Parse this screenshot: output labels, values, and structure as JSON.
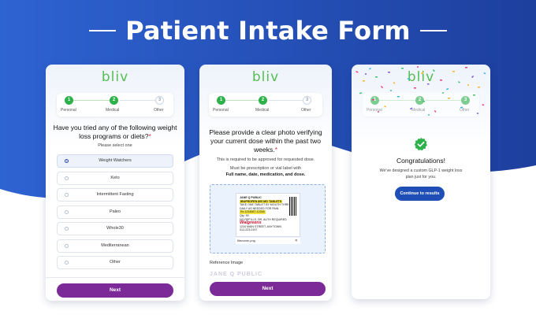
{
  "banner": {
    "title": "Patient Intake Form"
  },
  "brand": {
    "logo_text": "bliv",
    "accent": "#55bd54",
    "button_purple": "#7b2a97",
    "button_blue": "#1f4fb6"
  },
  "steps": {
    "step1": "Personal",
    "step2": "Medical",
    "step3": "Other",
    "num1": "1",
    "num2": "2",
    "num3": "3"
  },
  "card1": {
    "question": "Have you tried any of the following weight loss programs or diets?",
    "required_mark": "*",
    "hint": "Please select one",
    "options": [
      "Weight Watchers",
      "Keto",
      "Intermittent Fasting",
      "Paleo",
      "Whole30",
      "Mediterranean",
      "Other"
    ],
    "selected_index": 0,
    "next_label": "Next"
  },
  "card2": {
    "question": "Please provide a clear photo verifying your current dose within the past two weeks.",
    "required_mark": "*",
    "note1": "This is required to be approved for requested dose.",
    "note2": "Must be prescription or vial label with",
    "note3": "Full name, date, medication, and dose.",
    "label": {
      "name": "JANE Q PUBLIC",
      "drug": "IBUPROFEN 800 MG TABLETS",
      "directions": "TAKE ONE TABLET BY MOUTH THREE DAILY AS NEEDED FOR PAIN",
      "rx": "Rx 1234567-12345",
      "qty": "Qty: 90",
      "refills": "NO REFILLS, DR. AUTH REQUIRED",
      "store": "Walgreens",
      "address": "1234 MAIN STREET, ANYTOWN",
      "phone": "012-223-0197"
    },
    "file_name": "filename.png",
    "reference_label": "Reference Image",
    "reference_peek": "JANE Q PUBLIC",
    "next_label": "Next"
  },
  "card3": {
    "title": "Congratulations!",
    "subtitle": "We've designed a custom GLP-1 weight loss plan just for you.",
    "button_label": "Continue to results"
  }
}
